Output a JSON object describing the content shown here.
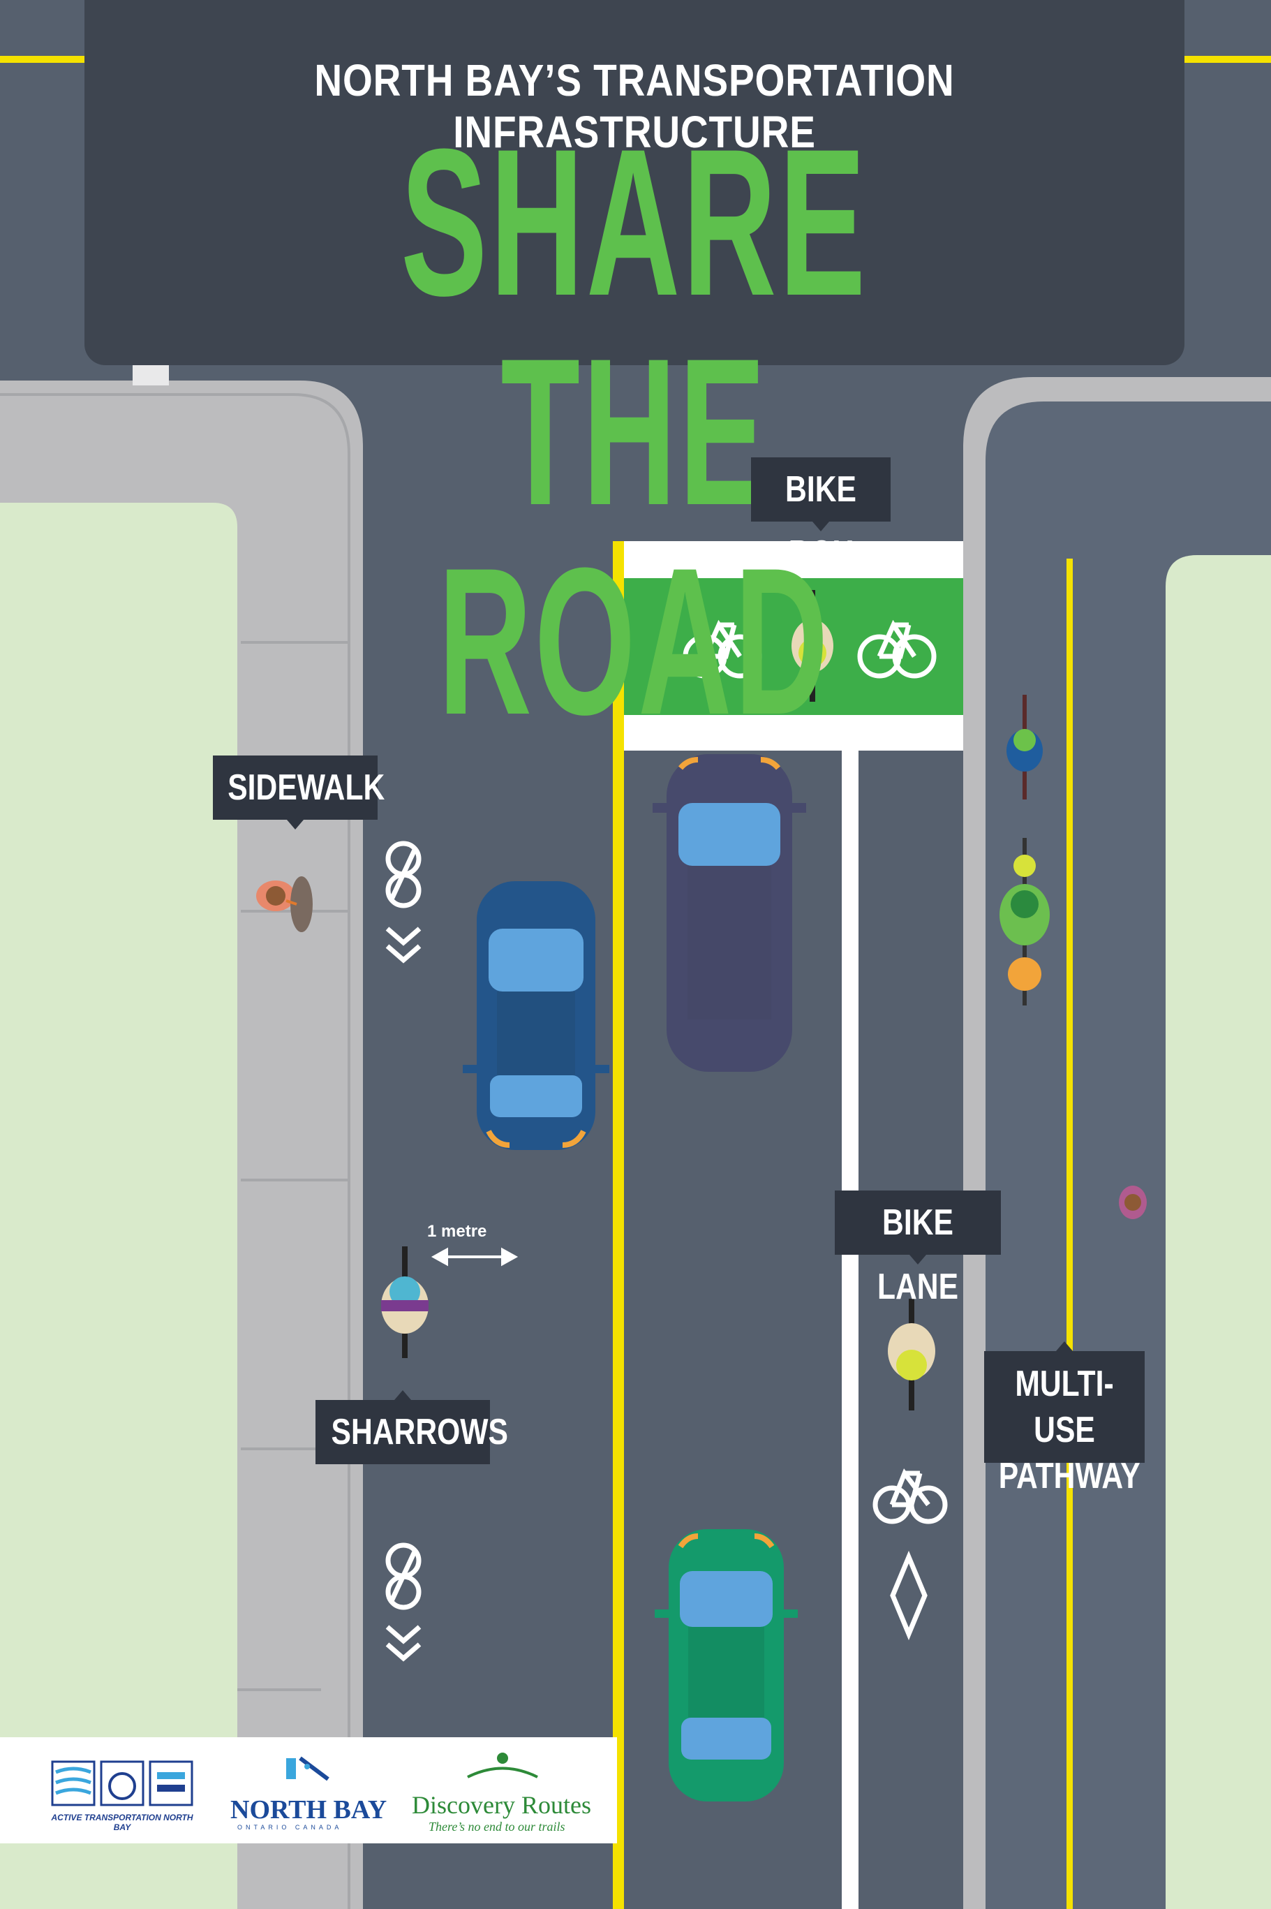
{
  "header": {
    "subtitle": "NORTH BAY’S TRANSPORTATION INFRASTRUCTURE",
    "title": "SHARE THE ROAD"
  },
  "labels": {
    "bike_box": "BIKE BOX",
    "sidewalk": "SIDEWALK",
    "bike_lane": "BIKE LANE",
    "multi_use_pathway": "MULTI-USE PATHWAY",
    "sharrows": "SHARROWS",
    "one_metre": "1 metre"
  },
  "logos": {
    "atnb": "ACTIVE TRANSPORTATION NORTH BAY",
    "north_bay": "NORTH BAY",
    "north_bay_sub": "ONTARIO CANADA",
    "discovery_routes": "Discovery Routes",
    "discovery_tagline": "There’s no end to our trails"
  },
  "colors": {
    "road": "#56606e",
    "banner": "#3e4550",
    "accent_green": "#5ec04d",
    "grass": "#d9eacb",
    "sidewalk": "#bcbcbe",
    "yellow_line": "#f5e200"
  }
}
